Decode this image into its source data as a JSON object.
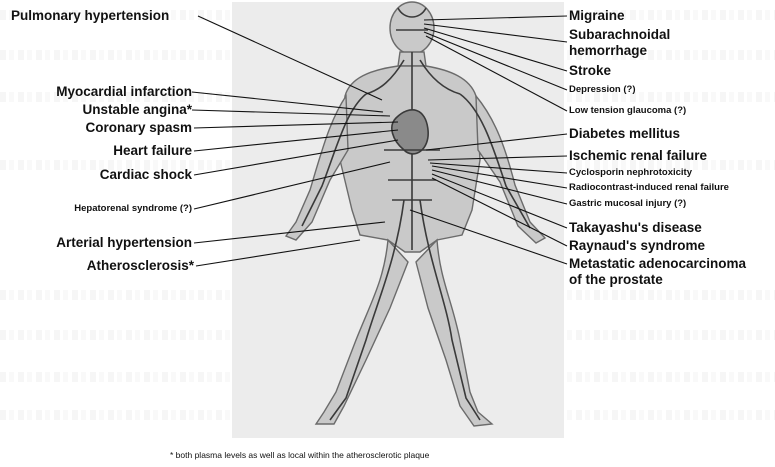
{
  "labels": {
    "pulmonary_hypertension": "Pulmonary hypertension",
    "myocardial_infarction": "Myocardial infarction",
    "unstable_angina": "Unstable angina*",
    "coronary_spasm": "Coronary spasm",
    "heart_failure": "Heart failure",
    "cardiac_shock": "Cardiac shock",
    "hepatorenal_syndrome": "Hepatorenal syndrome (?)",
    "arterial_hypertension": "Arterial hypertension",
    "atherosclerosis": "Atherosclerosis*",
    "migraine": "Migraine",
    "subarachnoidal_1": "Subarachnoidal",
    "subarachnoidal_2": "hemorrhage",
    "stroke": "Stroke",
    "depression": "Depression (?)",
    "low_tension_glaucoma": "Low tension glaucoma (?)",
    "diabetes_mellitus": "Diabetes mellitus",
    "ischemic_renal_failure": "Ischemic renal failure",
    "cyclosporin_nephrotoxicity": "Cyclosporin nephrotoxicity",
    "radiocontrast_renal_failure": "Radiocontrast-induced renal failure",
    "gastric_mucosal_injury": "Gastric mucosal injury (?)",
    "takayashu": "Takayashu's disease",
    "raynaud": "Raynaud's syndrome",
    "metastatic_1": "Metastatic adenocarcinoma",
    "metastatic_2": "of the prostate"
  },
  "footnote": "* both plasma levels as well as local within the atherosclerotic plaque"
}
